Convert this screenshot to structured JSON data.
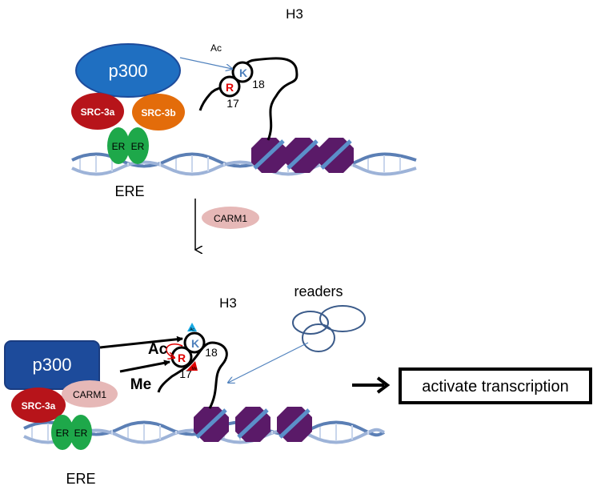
{
  "top": {
    "histone_label": "H3",
    "ac_label": "Ac",
    "p300_label": "p300",
    "src3a_label": "SRC-3a",
    "src3b_label": "SRC-3b",
    "er1_label": "ER",
    "er2_label": "ER",
    "k_label": "K",
    "r_label": "R",
    "k_number": "18",
    "r_number": "17",
    "ere_label": "ERE"
  },
  "transition": {
    "carm1_label": "CARM1"
  },
  "bottom": {
    "histone_label": "H3",
    "readers_label": "readers",
    "p300_label": "p300",
    "src3a_label": "SRC-3a",
    "carm1_label": "CARM1",
    "er1_label": "ER",
    "er2_label": "ER",
    "ac_label": "Ac",
    "me_label": "Me",
    "ac_tag": "Ac",
    "me_tag": "Me",
    "k_label": "K",
    "r_label": "R",
    "k_number": "18",
    "r_number": "17",
    "ere_label": "ERE",
    "result_label": "activate transcription"
  },
  "colors": {
    "p300_blue": "#1f6fc1",
    "p300_dark": "#1d4b9b",
    "src3a_red": "#b7141a",
    "src3b_orange": "#e36c0a",
    "er_green": "#1ea84a",
    "carm1_pink": "#e6b8b7",
    "nucleosome_purple": "#5a1a68",
    "dna_blue": "#5b7fb5",
    "k_blue": "#4f81bd",
    "r_red": "#e00000",
    "readers_blue": "#3b5b8a",
    "ac_tag_cyan": "#17a9e3"
  }
}
